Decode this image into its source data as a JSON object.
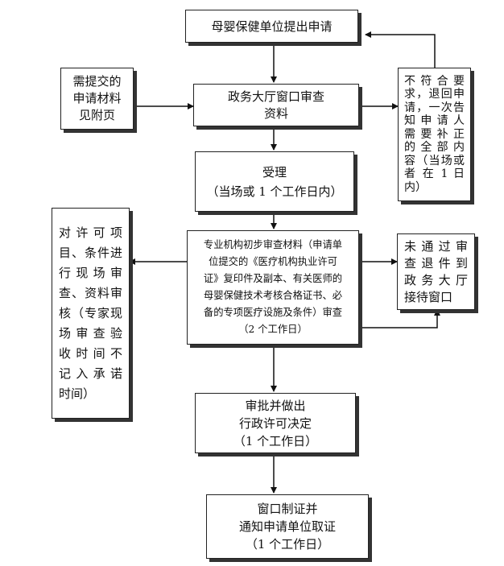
{
  "flowchart": {
    "apply": [
      "母婴保健单位提出申请"
    ],
    "materials": [
      "需提交的",
      "申请材料",
      "见附页"
    ],
    "window_review": [
      "政务大厅窗口审查",
      "资料"
    ],
    "return_notice": [
      "不 符 合 要",
      "求，退回申",
      "请，一次告",
      "知 申 请 人",
      "需 要 补 正",
      "的 全 部 内",
      "容（当场或",
      "者 在 1 日",
      "内）"
    ],
    "accept": [
      "受理",
      "（当场或 1 个工作日内）"
    ],
    "site_inspection": [
      "对 许 可 项",
      "目、条件进",
      "行 现 场 审",
      "查、资料审",
      "核（专家现",
      "场 审 查 验",
      "收 时 间 不",
      "记 入 承 诺",
      "时间）"
    ],
    "expert_review": [
      "专业机构初步审查材料（申请单",
      "位提交的《医疗机构执业许可",
      "证》复印件及副本、有关医师的",
      "母婴保健技术考核合格证书、必",
      "备的专项医疗设施及条件）审查",
      "（2 个工作日）"
    ],
    "fail_return": [
      "未 通 过 审",
      "查 退 件 到",
      "政 务 大 厅",
      "接待窗口"
    ],
    "approve": [
      "审批并做出",
      "行政许可决定",
      "（1 个工作日）"
    ],
    "issue": [
      "窗口制证并",
      "通知申请单位取证",
      "（1 个工作日）"
    ]
  }
}
